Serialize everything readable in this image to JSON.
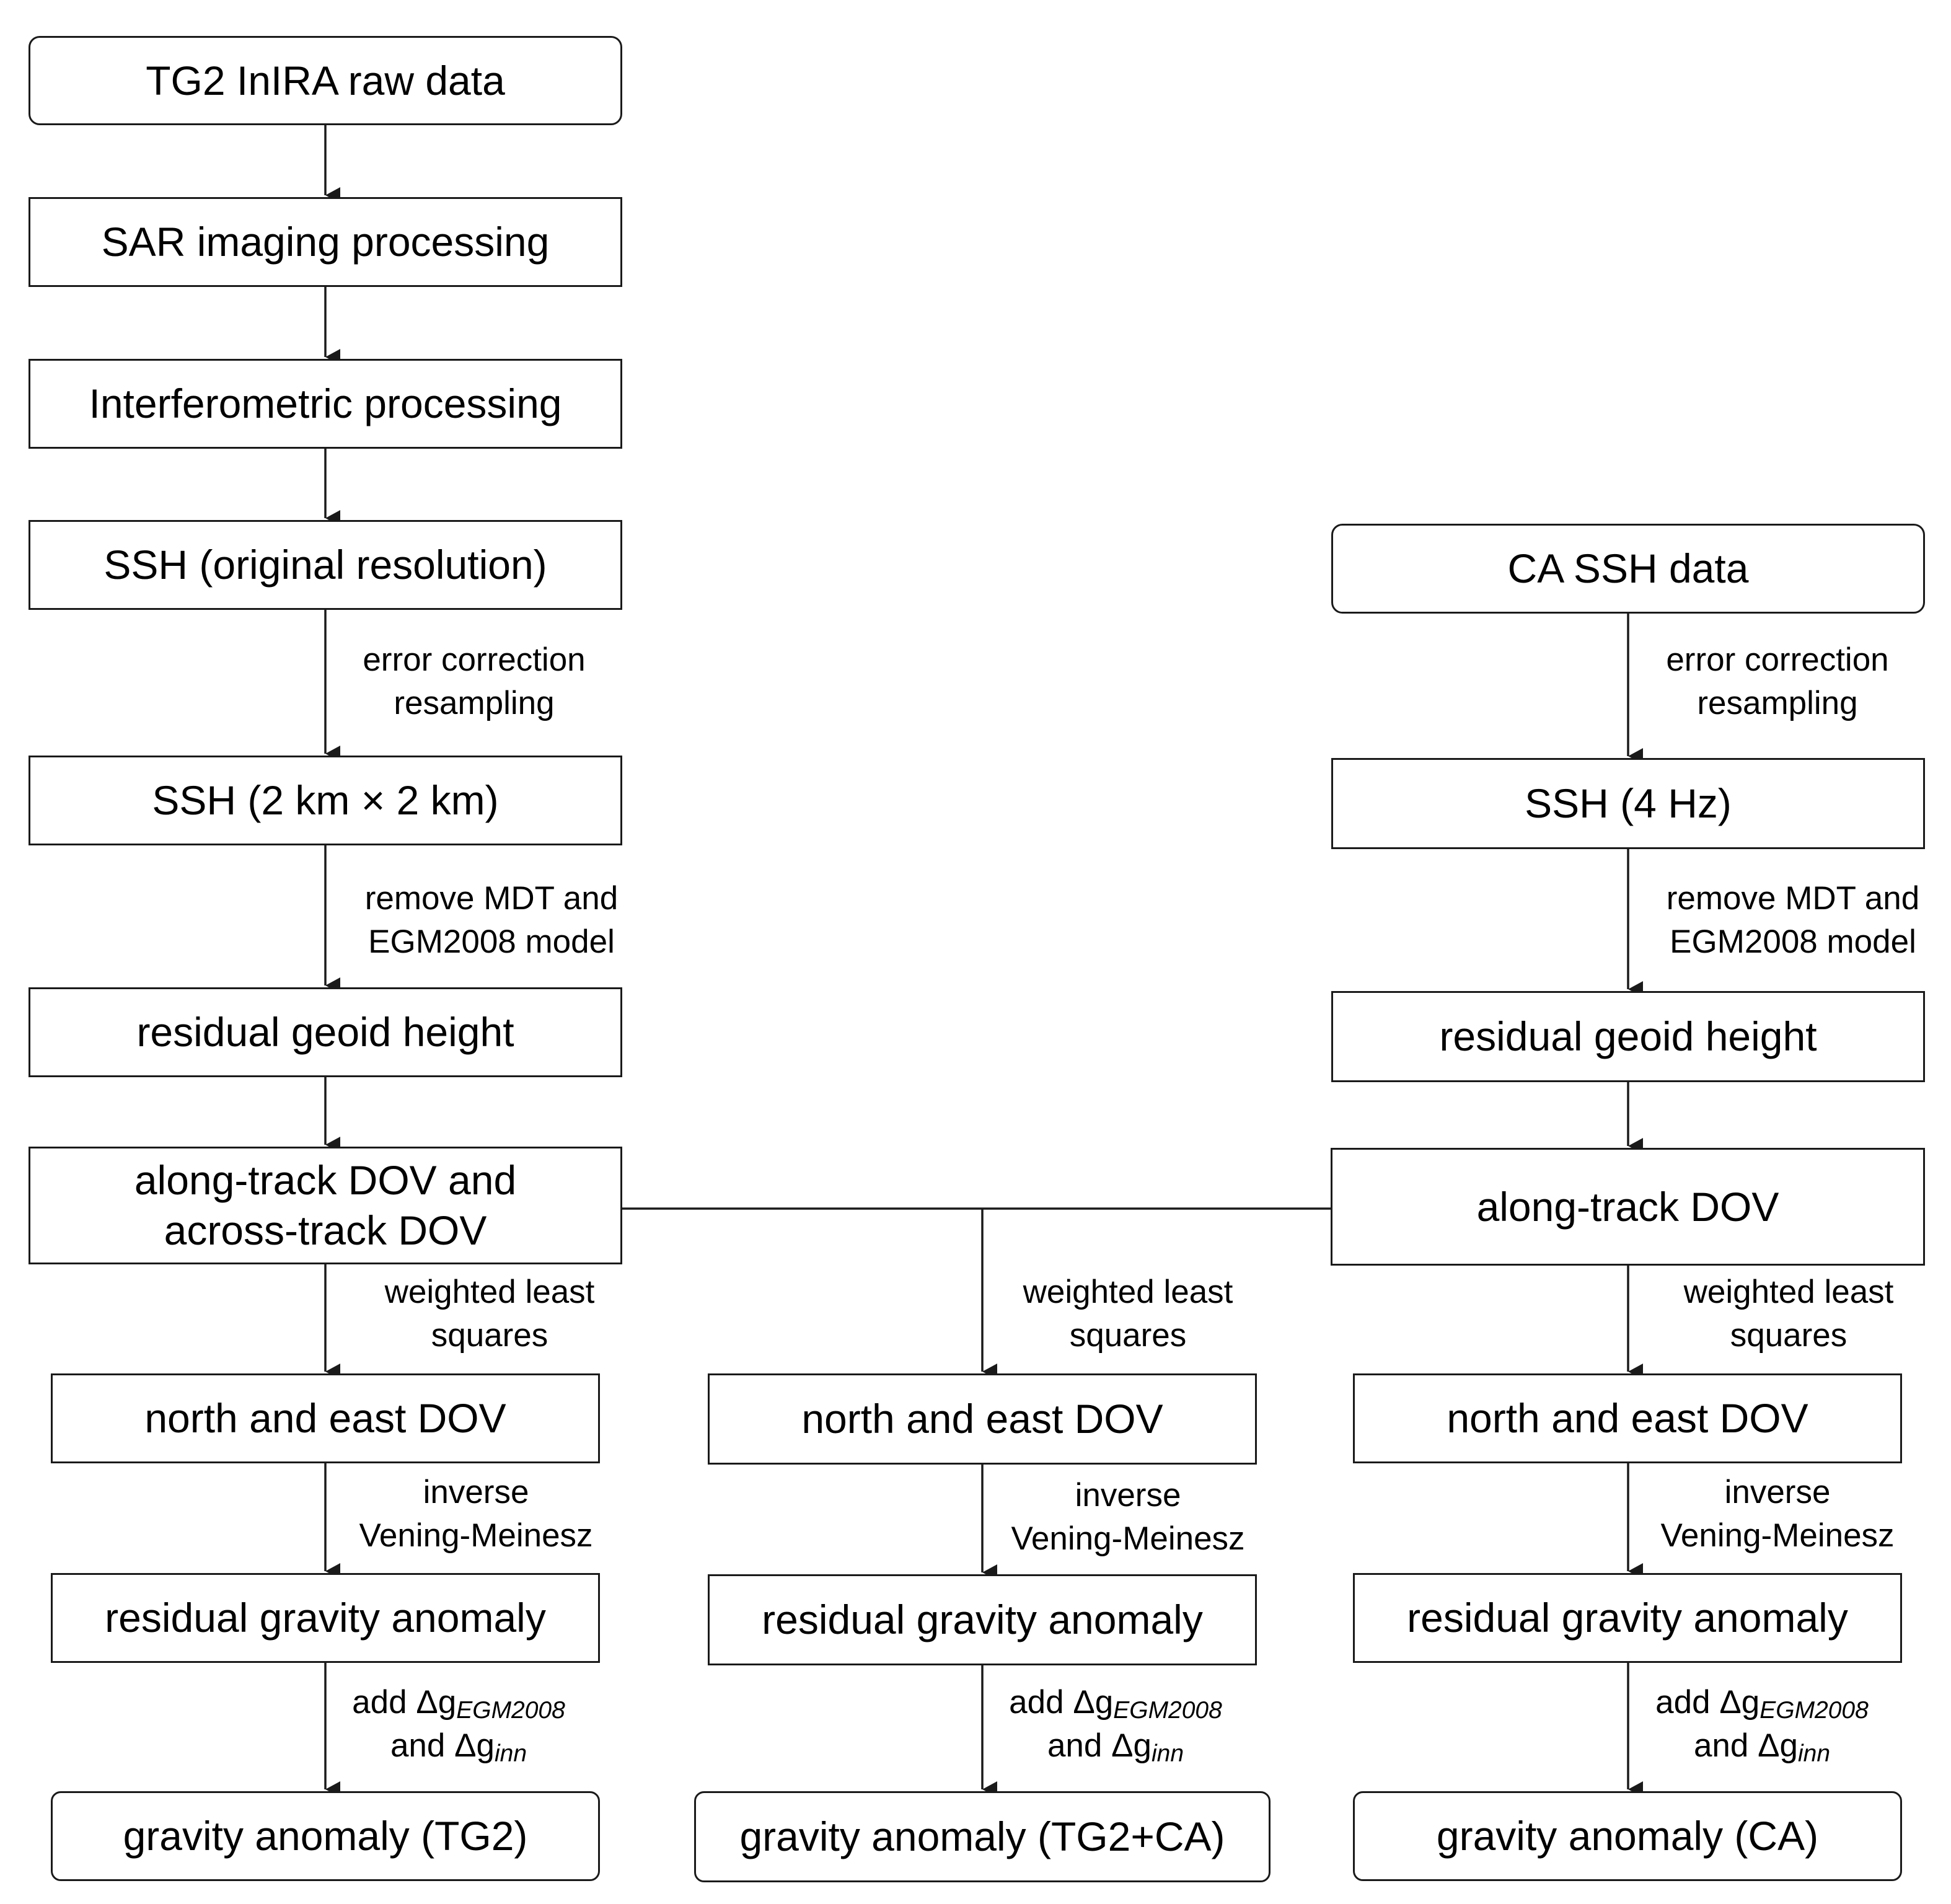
{
  "left_column": {
    "b1": "TG2 InIRA raw data",
    "b2": "SAR imaging processing",
    "b3": "Interferometric processing",
    "b4": "SSH (original resolution)",
    "l1": [
      "error correction",
      "resampling"
    ],
    "b5": "SSH (2 km × 2 km)",
    "l2": [
      "remove MDT and",
      "EGM2008 model"
    ],
    "b6": "residual geoid height",
    "b7": [
      "along-track DOV and",
      "across-track DOV"
    ],
    "l3": [
      "weighted least",
      "squares"
    ],
    "b8": "north and east DOV",
    "l4": [
      "inverse",
      "Vening-Meinesz"
    ],
    "b9": "residual gravity anomaly",
    "l5": {
      "line1_prefix": "add Δg",
      "line1_sub": "EGM2008",
      "line2_prefix": "and Δg",
      "line2_sub": "inn"
    },
    "b10": "gravity anomaly (TG2)"
  },
  "middle_column": {
    "l3": [
      "weighted least",
      "squares"
    ],
    "b8": "north and east DOV",
    "l4": [
      "inverse",
      "Vening-Meinesz"
    ],
    "b9": "residual gravity anomaly",
    "l5": {
      "line1_prefix": "add Δg",
      "line1_sub": "EGM2008",
      "line2_prefix": "and Δg",
      "line2_sub": "inn"
    },
    "b10": "gravity anomaly (TG2+CA)"
  },
  "right_column": {
    "b4": "CA SSH data",
    "l1": [
      "error correction",
      "resampling"
    ],
    "b5": "SSH (4 Hz)",
    "l2": [
      "remove MDT and",
      "EGM2008 model"
    ],
    "b6": "residual geoid height",
    "b7": "along-track DOV",
    "l3": [
      "weighted least",
      "squares"
    ],
    "b8": "north and east DOV",
    "l4": [
      "inverse",
      "Vening-Meinesz"
    ],
    "b9": "residual gravity anomaly",
    "l5": {
      "line1_prefix": "add Δg",
      "line1_sub": "EGM2008",
      "line2_prefix": "and Δg",
      "line2_sub": "inn"
    },
    "b10": "gravity anomaly (CA)"
  }
}
